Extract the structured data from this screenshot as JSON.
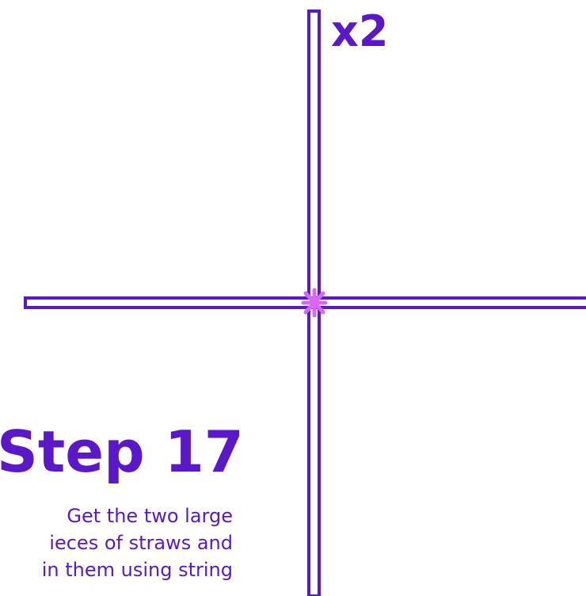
{
  "colors": {
    "straw_outline": "#5a18c9",
    "straw_fill": "#ffffff",
    "string_tie": "#d966ff",
    "text": "#5a18c9",
    "background": "#ffffff"
  },
  "quantity_label": "x2",
  "step": {
    "title": "Step 17",
    "lines": [
      "Get the two large",
      "ieces of straws and",
      "in them using string"
    ]
  }
}
